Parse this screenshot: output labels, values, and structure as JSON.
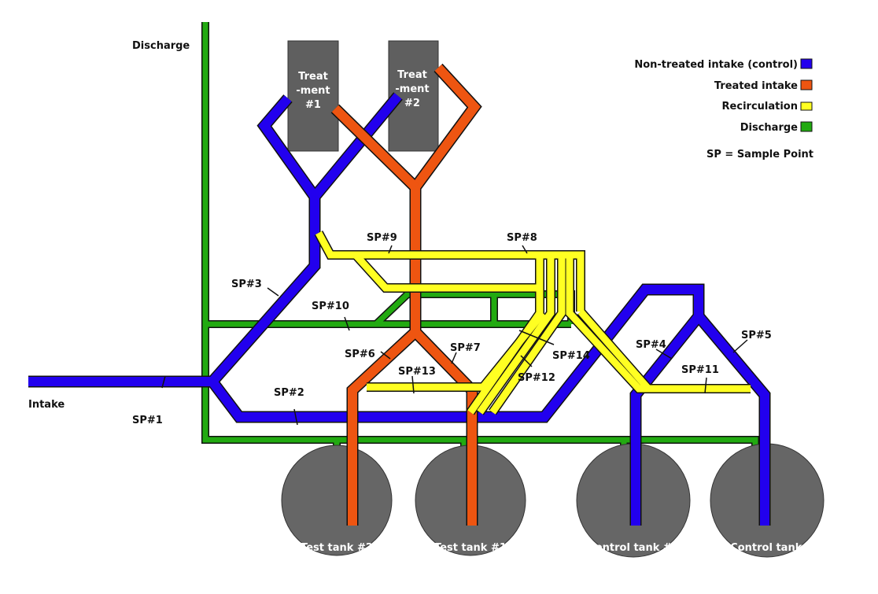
{
  "labels": {
    "discharge": "Discharge",
    "intake": "Intake"
  },
  "treatments": [
    {
      "lines": [
        "Treat",
        "-ment",
        "#1"
      ]
    },
    {
      "lines": [
        "Treat",
        "-ment",
        "#2"
      ]
    }
  ],
  "tanks": [
    "Test tank #2",
    "Test tank #1",
    "Control tank #1",
    "Control tank #2"
  ],
  "sample_points": [
    "SP#1",
    "SP#2",
    "SP#3",
    "SP#4",
    "SP#5",
    "SP#6",
    "SP#7",
    "SP#8",
    "SP#9",
    "SP#10",
    "SP#11",
    "SP#12",
    "SP#13",
    "SP#14"
  ],
  "legend": [
    {
      "label": "Non-treated intake (control)",
      "color": "#2200ee"
    },
    {
      "label": "Treated intake",
      "color": "#ee5511"
    },
    {
      "label": "Recirculation",
      "color": "#ffff22"
    },
    {
      "label": "Discharge",
      "color": "#22aa11"
    }
  ],
  "legend_note": "SP = Sample Point",
  "colors": {
    "non_treated": "#2200ee",
    "treated": "#ee5511",
    "recirculation": "#ffff22",
    "discharge": "#22aa11",
    "tank_fill": "#666666",
    "treatment_fill": "#5f5f5f"
  }
}
